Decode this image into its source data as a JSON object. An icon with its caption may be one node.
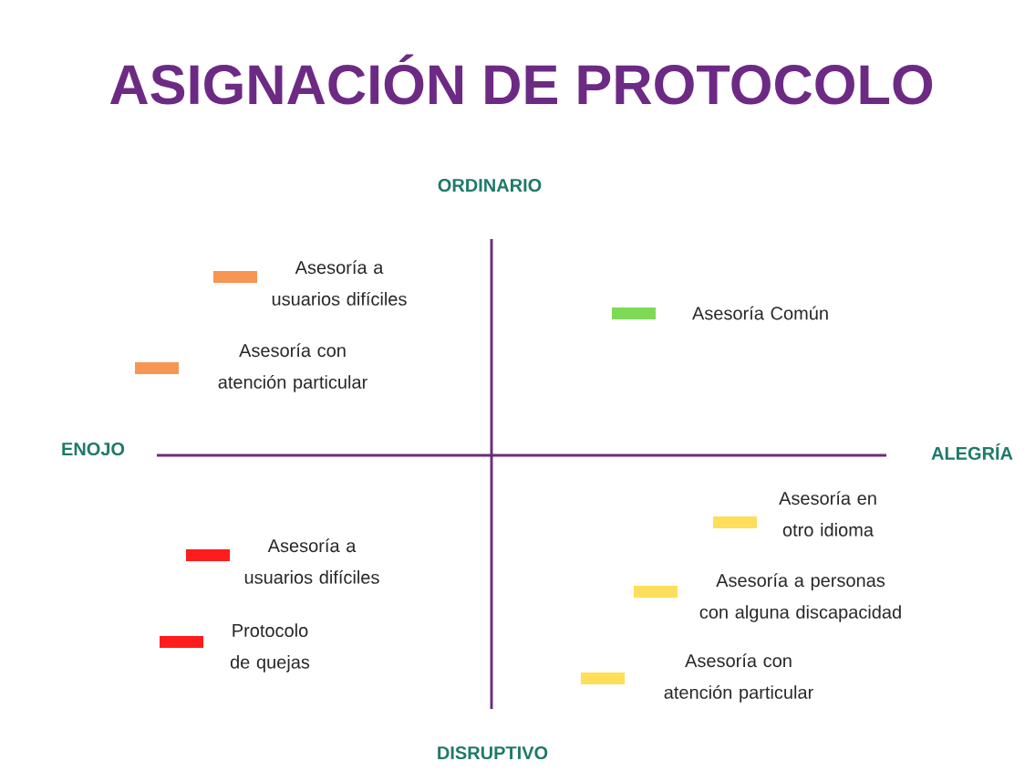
{
  "diagram": {
    "title": "ASIGNACIÓN DE PROTOCOLO",
    "labels": [
      "ORDINARIO",
      "ENOJO",
      "ALEGRÍA",
      "DISRUPTIVO"
    ],
    "legend": [
      {
        "text": "Asesoría a usuarios difíciles",
        "color": "#f79552"
      },
      {
        "text": "Asesoría con atención particular",
        "color": "#f79552"
      },
      {
        "text": "Asesoría Común",
        "color": "#7ed957"
      },
      {
        "text": "Asesoría a usuarios difíciles",
        "color": "#ff1c1c"
      },
      {
        "text": "Protocolo de quejas",
        "color": "#ff1c1c"
      },
      {
        "text": "Asesoría en otro idioma",
        "color": "#ffde59"
      },
      {
        "text": "Asesoría a personas con alguna discapacidad",
        "color": "#ffde59"
      },
      {
        "text": "Asesoría con atención particular",
        "color": "#ffde59"
      }
    ]
  }
}
